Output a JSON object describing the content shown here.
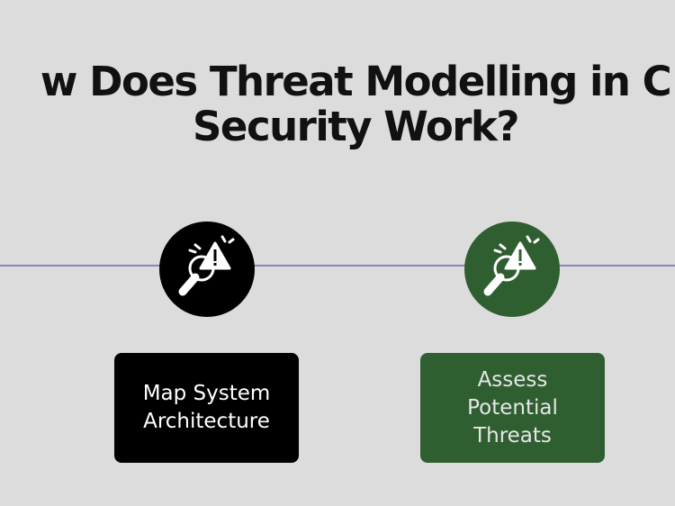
{
  "title": "How Does Threat Modelling in Cyber\nSecurity Work?",
  "title_visible": "w Does Threat Modelling in C\nSecurity Work?",
  "steps": [
    {
      "label": "Map System\nArchitecture",
      "color": "#000000",
      "icon": "threat-search-icon"
    },
    {
      "label": "Assess\nPotential\nThreats",
      "color": "#2f5f31",
      "icon": "threat-search-icon"
    }
  ],
  "colors": {
    "background": "#dcdcdc",
    "line": "#8b86b6",
    "dark": "#000000",
    "green": "#2f5f31"
  }
}
